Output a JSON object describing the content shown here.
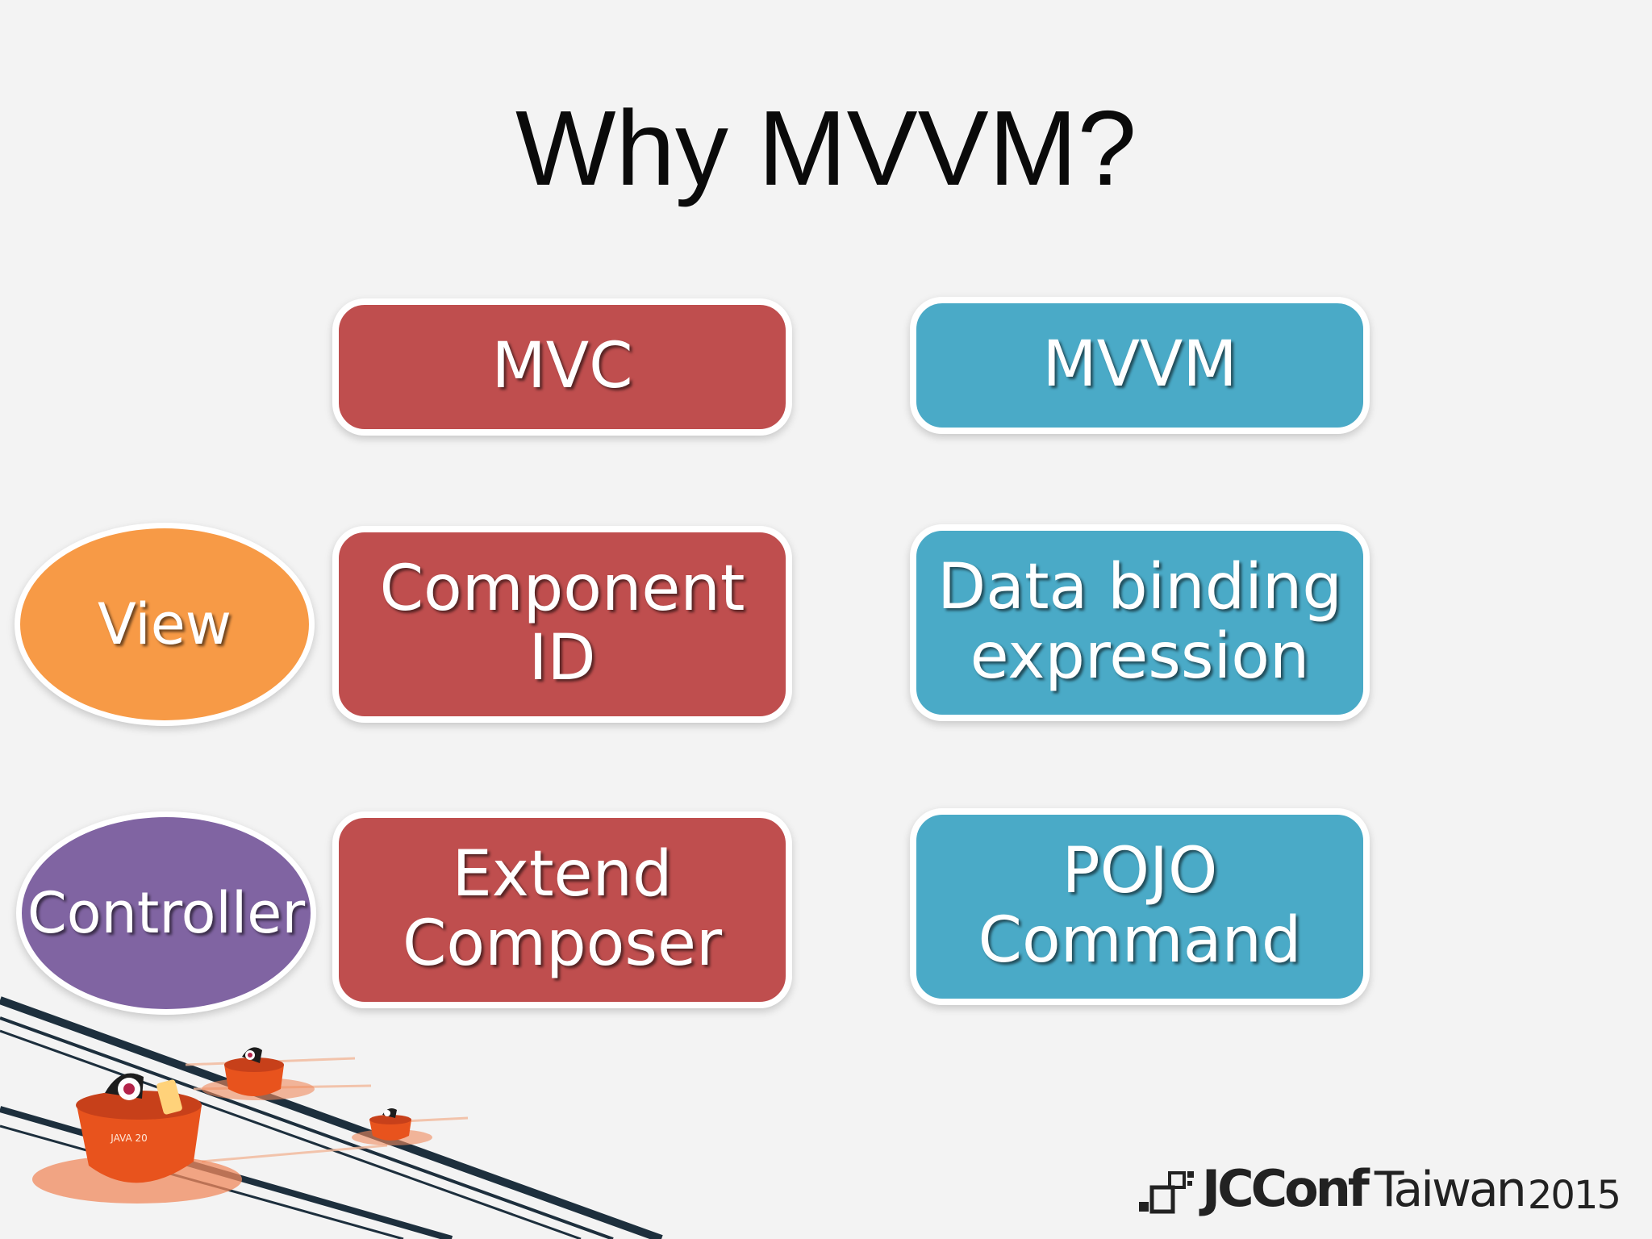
{
  "title": "Why MVVM?",
  "columns": {
    "mvc": {
      "header": "MVC",
      "view_line1": "Component ID",
      "controller_line1": "Extend",
      "controller_line2": "Composer"
    },
    "mvvm": {
      "header": "MVVM",
      "view_line1": "Data binding",
      "view_line2": "expression",
      "controller_line1": "POJO",
      "controller_line2": "Command"
    }
  },
  "rows": {
    "view": "View",
    "controller": "Controller"
  },
  "colors": {
    "mvc": "#bf4e4e",
    "mvvm": "#4aaac7",
    "view": "#f79a46",
    "controller": "#8064a2"
  },
  "logo": {
    "brand": "JCConf",
    "place": "Taiwan",
    "year": "2015"
  },
  "decoration": {
    "bowl_label": "JAVA 20"
  }
}
